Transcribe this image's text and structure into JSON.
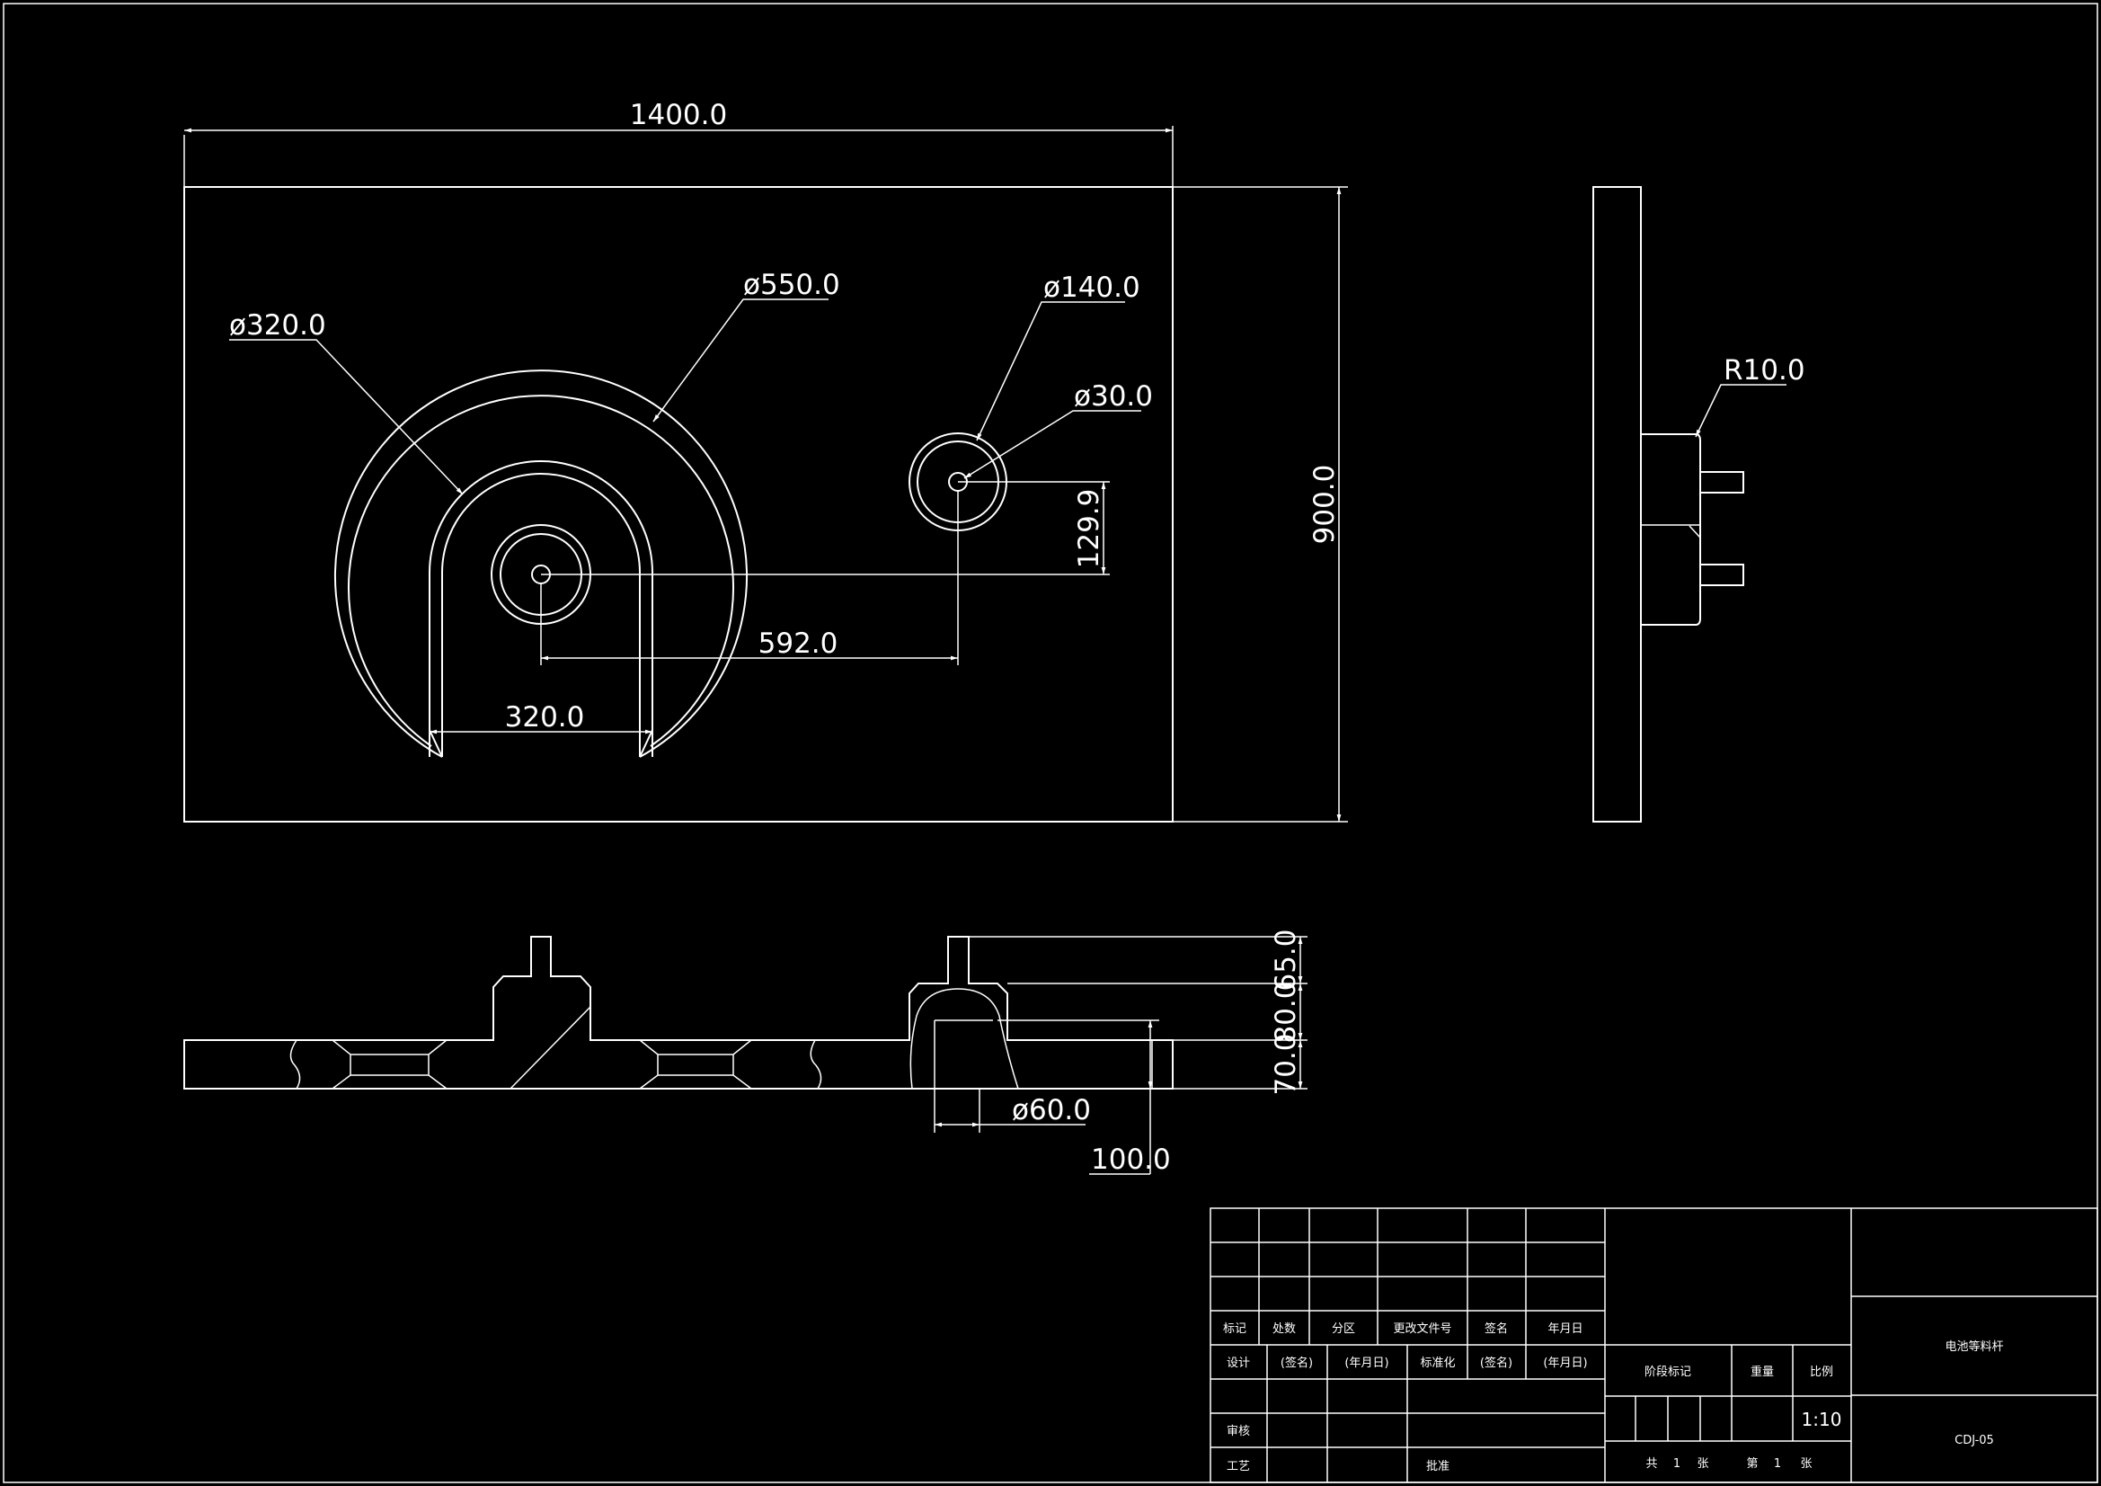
{
  "drawing": {
    "colors": {
      "background": "#000000",
      "lines": "#ffffff"
    },
    "dimensions": {
      "overall_length": "1400.0",
      "overall_height": "900.0",
      "dia_inner_slot": "ø320.0",
      "dia_outer_slot": "ø550.0",
      "dia_boss": "ø140.0",
      "dia_hole": "ø30.0",
      "offset_vertical": "129.9",
      "center_distance": "592.0",
      "slot_width": "320.0",
      "fillet_radius": "R10.0",
      "step_65": "65.0",
      "step_80": "80.0",
      "step_70": "70.0",
      "dia_bore": "ø60.0",
      "depth_100": "100.0"
    }
  },
  "title_block": {
    "rev_headers": [
      "标记",
      "处数",
      "分区",
      "更改文件号",
      "签名",
      "年月日"
    ],
    "row_design": [
      "设计",
      "(签名)",
      "(年月日)",
      "标准化",
      "(签名)",
      "(年月日)"
    ],
    "row_check": "审核",
    "row_process": "工艺",
    "approve": "批准",
    "stage_label": "阶段标记",
    "weight_label": "重量",
    "scale_label": "比例",
    "scale_value": "1:10",
    "total_label": "共",
    "total_value": "1",
    "sheet_unit": "张",
    "sheet_label": "第",
    "sheet_value": "1",
    "part_name": "电池等料杆",
    "drawing_number": "CDJ-05"
  }
}
